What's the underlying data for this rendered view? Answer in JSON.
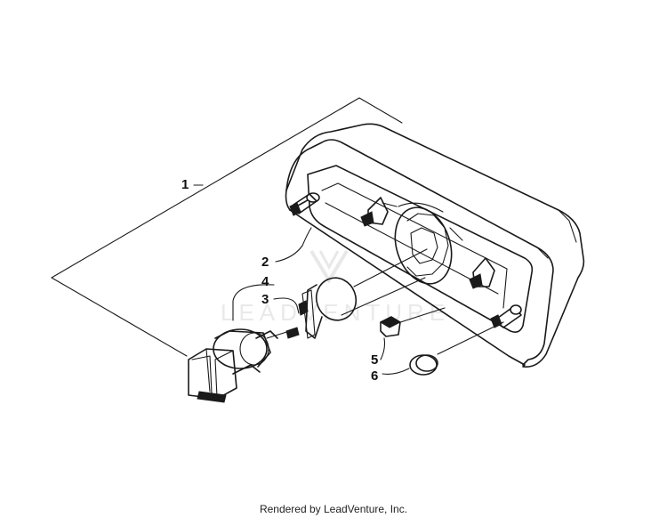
{
  "diagram": {
    "callouts": {
      "c1": "1",
      "c2": "2",
      "c3": "3",
      "c4": "4",
      "c5": "5",
      "c6": "6"
    },
    "watermark": "LEADVENTURE"
  },
  "footer": {
    "rendered_by": "Rendered by LeadVenture, Inc."
  }
}
